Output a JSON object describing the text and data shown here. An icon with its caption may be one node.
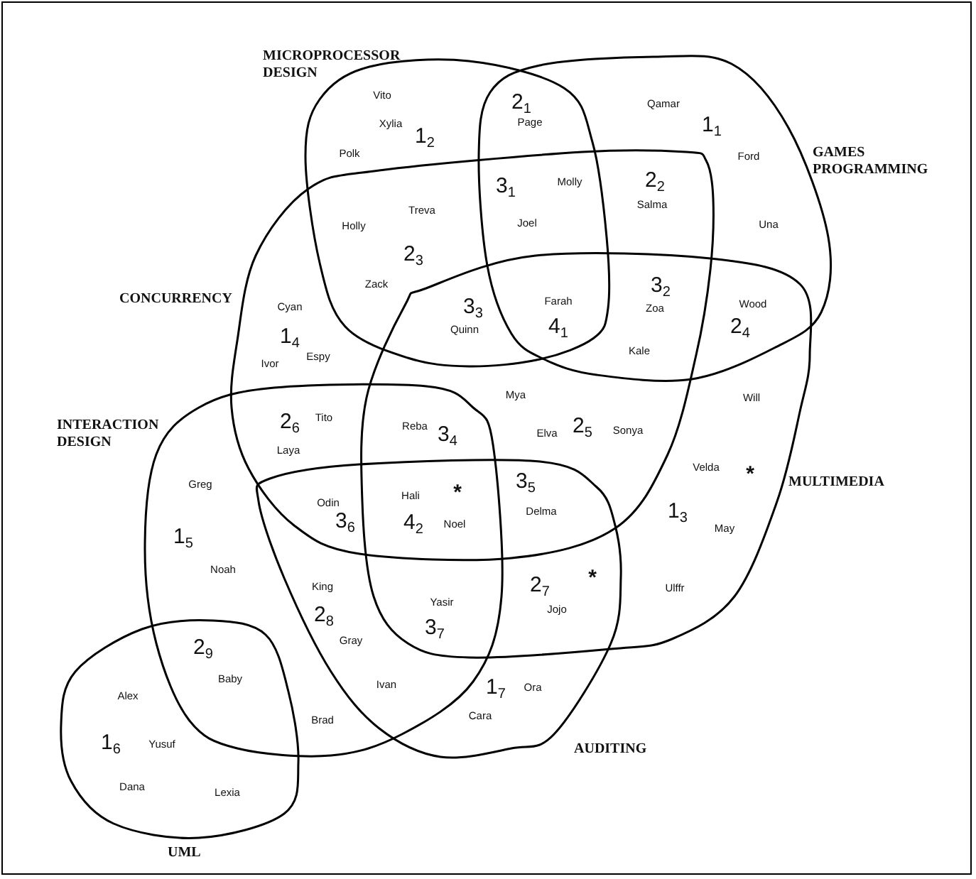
{
  "diagram": {
    "nodes": [
      {
        "text": [
          "MICROPROCESSOR DESIGN"
        ]
      },
      {
        "text": [
          "GAMES PROGRAMMING"
        ]
      },
      {
        "text": [
          "CONCURRENCY"
        ]
      },
      {
        "text": [
          "INTERACTION DESIGN"
        ]
      },
      {
        "text": [
          "MULTIMEDIA"
        ]
      },
      {
        "text": [
          "AUDITING"
        ]
      },
      {
        "text": [
          "UML"
        ]
      }
    ],
    "edges": [],
    "labels": [
      "Vito",
      "2$_{1}$",
      "Qamar",
      "Xylia",
      "Page",
      "1$_{2}$",
      "1$_{1}$",
      "Polk",
      "Ford",
      "3$_{1}$",
      "Molly",
      "2$_{2}$",
      "Salma",
      "Treva",
      "Holly",
      "Joel",
      "Una",
      "2$_{3}$",
      "Zack",
      "3$_{2}$",
      "Cyan",
      "Farah",
      "Zoa",
      "Wood",
      "3$_{3}$",
      "Quinn",
      "1$_{4}$",
      "4$_{1}$",
      "2$_{4}$",
      "Espy",
      "Kale",
      "Ivor",
      "Mya",
      "Will",
      "Tito",
      "2$_{6}$",
      "Reba",
      "3$_{4}$",
      "Elva",
      "2$_{5}$",
      "Sonya",
      "Laya",
      "Greg",
      "Velda",
      "*",
      "3$_{5}$",
      "Hali",
      "*",
      "Odin",
      "Delma",
      "1$_{3}$",
      "3$_{6}$",
      "4$_{2}$",
      "Noel",
      "May",
      "1$_{5}$",
      "Noah",
      "*",
      "2$_{7}$",
      "King",
      "Ulffr",
      "Yasir",
      "Jojo",
      "2$_{8}$",
      "3$_{7}$",
      "Gray",
      "2$_{9}$",
      "Baby",
      "Ivan",
      "1$_{7}$",
      "Ora",
      "Alex",
      "Cara",
      "Brad",
      "1$_{6}$",
      "Yusuf",
      "Dana",
      "Lexia"
    ]
  }
}
